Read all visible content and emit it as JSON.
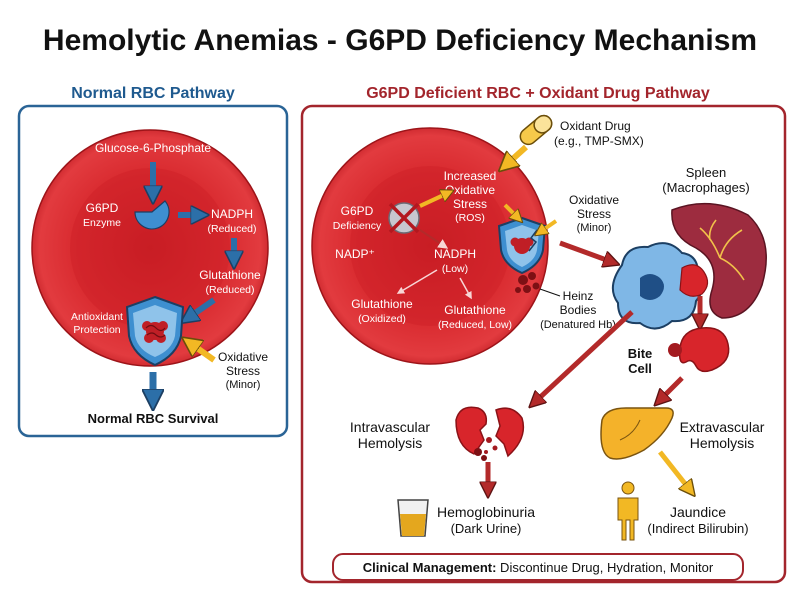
{
  "title": "Hemolytic Anemias - G6PD Deficiency Mechanism",
  "normal": {
    "header": "Normal RBC Pathway",
    "glucose": "Glucose-6-Phosphate",
    "g6pd_1": "G6PD",
    "g6pd_2": "Enzyme",
    "nadph_1": "NADPH",
    "nadph_2": "(Reduced)",
    "gsh_1": "Glutathione",
    "gsh_2": "(Reduced)",
    "anti_1": "Antioxidant",
    "anti_2": "Protection",
    "ox_1": "Oxidative",
    "ox_2": "Stress",
    "ox_3": "(Minor)",
    "survival": "Normal RBC Survival"
  },
  "deficient": {
    "header": "G6PD Deficient RBC + Oxidant Drug Pathway",
    "drug_1": "Oxidant Drug",
    "drug_2": "(e.g., TMP-SMX)",
    "inc_1": "Increased",
    "inc_2": "Oxidative",
    "inc_3": "Stress",
    "inc_4": "(ROS)",
    "g6pd_1": "G6PD",
    "g6pd_2": "Deficiency",
    "nadp": "NADP⁺",
    "nadph_1": "NADPH",
    "nadph_2": "(Low)",
    "gssg_1": "Glutathione",
    "gssg_2": "(Oxidized)",
    "gsh_1": "Glutathione",
    "gsh_2": "(Reduced, Low)",
    "ox_1": "Oxidative",
    "ox_2": "Stress",
    "ox_3": "(Minor)",
    "heinz_1": "Heinz",
    "heinz_2": "Bodies",
    "heinz_3": "(Denatured Hb)",
    "spleen_1": "Spleen",
    "spleen_2": "(Macrophages)",
    "bite_1": "Bite",
    "bite_2": "Cell",
    "intra_1": "Intravascular",
    "intra_2": "Hemolysis",
    "extra_1": "Extravascular",
    "extra_2": "Hemolysis",
    "hgb_1": "Hemoglobinuria",
    "hgb_2": "(Dark Urine)",
    "jaundice_1": "Jaundice",
    "jaundice_2": "(Indirect Bilirubin)",
    "mgmt_label": "Clinical Management:",
    "mgmt_text": " Discontinue Drug, Hydration, Monitor"
  },
  "colors": {
    "blue_frame": "#2a6496",
    "red_frame": "#a3252c",
    "rbc": "#d8252b",
    "arrow_blue": "#2c6fa8",
    "arrow_red": "#b32a2a",
    "arrow_yellow": "#f2b824"
  }
}
